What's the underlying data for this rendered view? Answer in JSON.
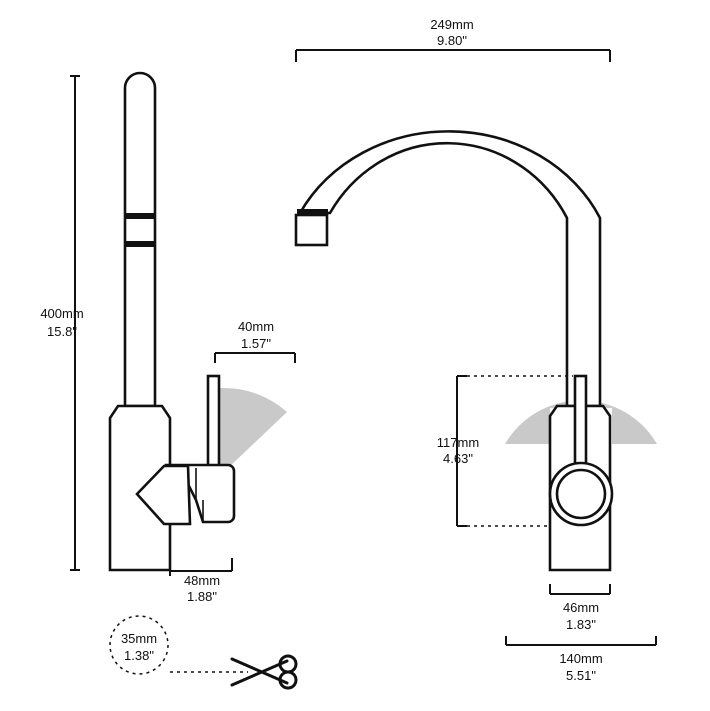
{
  "colors": {
    "ink": "#111111",
    "swing_arc": "#c9c9c9",
    "background": "#ffffff"
  },
  "icons": [
    "scissors-icon"
  ],
  "dimensions": {
    "height": {
      "mm": "400mm",
      "inch": "15.8\""
    },
    "handle_side": {
      "mm": "40mm",
      "inch": "1.57\""
    },
    "base_side": {
      "mm": "48mm",
      "inch": "1.88\""
    },
    "hole": {
      "mm": "35mm",
      "inch": "1.38\""
    },
    "spout_reach": {
      "mm": "249mm",
      "inch": "9.80\""
    },
    "handle_height": {
      "mm": "117mm",
      "inch": "4.63\""
    },
    "base_front": {
      "mm": "46mm",
      "inch": "1.83\""
    },
    "handle_swing": {
      "mm": "140mm",
      "inch": "5.51\""
    }
  }
}
